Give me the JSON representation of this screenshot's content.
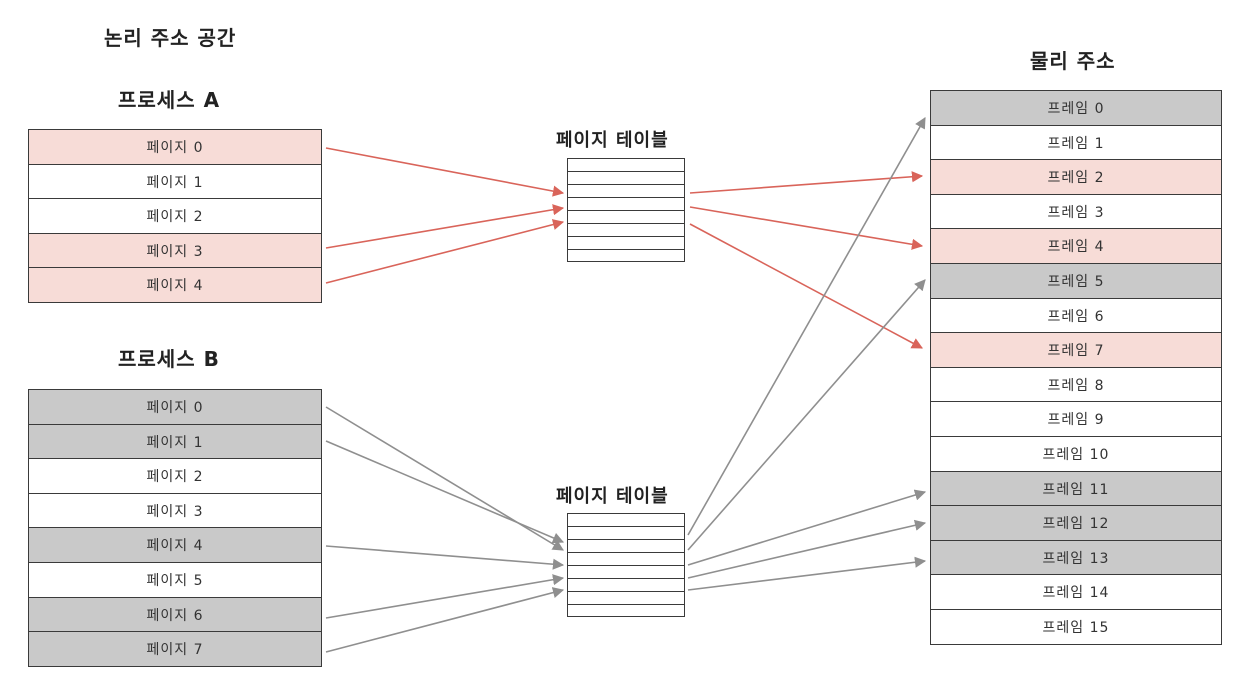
{
  "logical_title": "논리 주소 공간",
  "physical_title": "물리 주소",
  "process_a": {
    "title": "프로세스 A",
    "pages": [
      "페이지 0",
      "페이지 1",
      "페이지 2",
      "페이지 3",
      "페이지 4"
    ],
    "colors": [
      "pink",
      "white",
      "white",
      "pink",
      "pink"
    ]
  },
  "process_b": {
    "title": "프로세스 B",
    "pages": [
      "페이지 0",
      "페이지 1",
      "페이지 2",
      "페이지 3",
      "페이지 4",
      "페이지 5",
      "페이지 6",
      "페이지 7"
    ],
    "colors": [
      "gray",
      "gray",
      "white",
      "white",
      "gray",
      "white",
      "gray",
      "gray"
    ]
  },
  "page_table_a": {
    "title": "페이지 테이블",
    "rows": 8
  },
  "page_table_b": {
    "title": "페이지 테이블",
    "rows": 8
  },
  "frames": {
    "labels": [
      "프레임 0",
      "프레임 1",
      "프레임 2",
      "프레임 3",
      "프레임 4",
      "프레임 5",
      "프레임 6",
      "프레임 7",
      "프레임 8",
      "프레임 9",
      "프레임 10",
      "프레임 11",
      "프레임 12",
      "프레임 13",
      "프레임 14",
      "프레임 15"
    ],
    "colors": [
      "gray",
      "white",
      "pink",
      "white",
      "pink",
      "gray",
      "white",
      "pink",
      "white",
      "white",
      "white",
      "gray",
      "gray",
      "gray",
      "white",
      "white"
    ]
  },
  "arrow_colors": {
    "process_a": "#d9645a",
    "process_b": "#8f8f8f"
  }
}
